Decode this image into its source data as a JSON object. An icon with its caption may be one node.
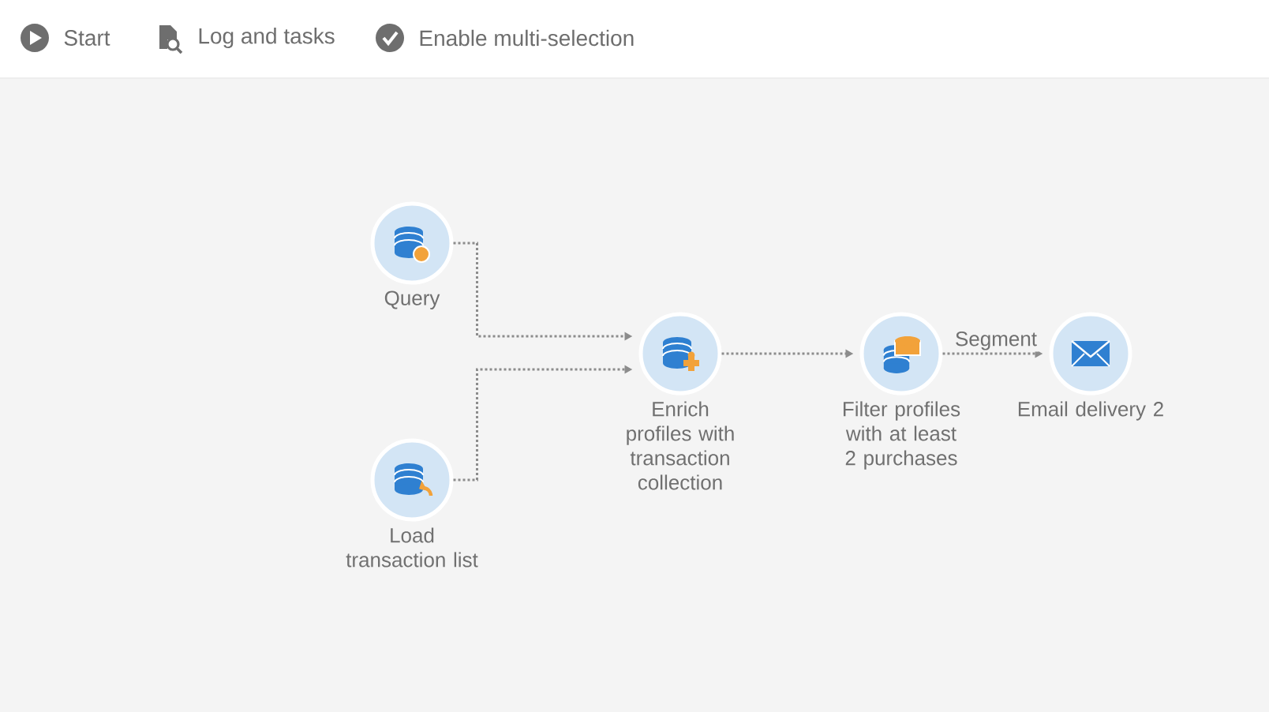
{
  "diagram": {
    "nodes": [
      {
        "text": [
          "Query"
        ]
      },
      {
        "text": [
          "Enrich profiles with transaction collection"
        ]
      },
      {
        "text": [
          "Filter profiles with at least 2 purchases"
        ]
      },
      {
        "text": [
          "Email delivery 2"
        ]
      },
      {
        "text": [
          "Load transaction list"
        ]
      }
    ],
    "edges": [
      {
        "from": 0,
        "to": 1,
        "arrow": "to"
      },
      {
        "from": 4,
        "to": 1,
        "arrow": "to"
      },
      {
        "from": 1,
        "to": 2,
        "arrow": "to"
      },
      {
        "from": 2,
        "to": 3,
        "arrow": "to",
        "label": "Segment"
      }
    ],
    "labels": [
      "Start",
      "Log and tasks",
      "Enable multi-selection"
    ]
  }
}
